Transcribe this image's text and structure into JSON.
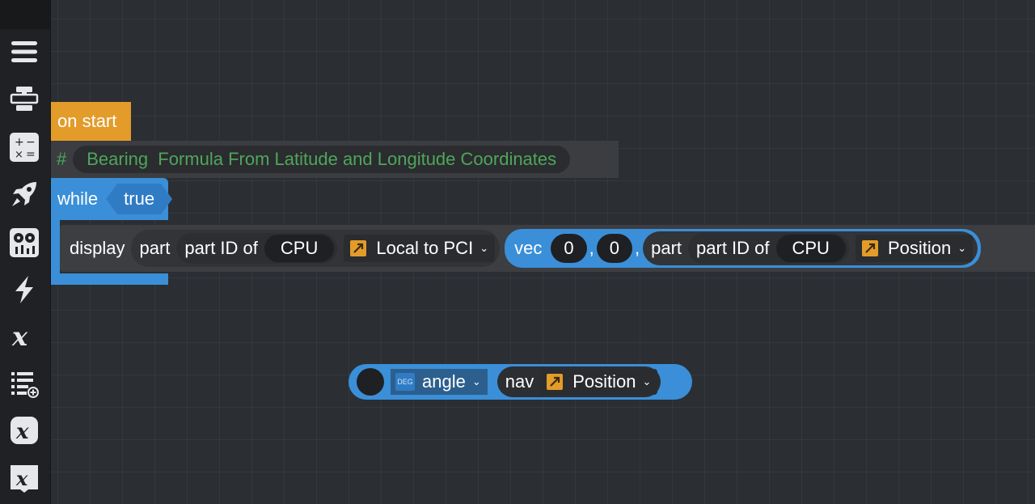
{
  "sidebar": {
    "icons": [
      "menu-icon",
      "flow-control-icon",
      "math-icon",
      "craft-rocket-icon",
      "controls-icon",
      "events-icon",
      "variables-icon",
      "lists-icon",
      "custom-expressions-icon",
      "custom-instructions-icon"
    ]
  },
  "program": {
    "on_start_label": "on start",
    "comment_hash": "#",
    "comment_text": "Bearing  Formula From Latitude and Longitude Coordinates",
    "while_label": "while",
    "while_condition": "true"
  },
  "display_block": {
    "label": "display",
    "part1": {
      "part_label": "part",
      "part_id_label": "part ID of",
      "part_name": "CPU",
      "dropdown": "Local to PCI"
    },
    "vec": {
      "label": "vec",
      "x": "0",
      "y": "0",
      "comma1": ",",
      "comma2": ",",
      "part": {
        "part_label": "part",
        "part_id_label": "part ID of",
        "part_name": "CPU",
        "dropdown": "Position"
      }
    }
  },
  "floating_block": {
    "unit_icon_text": "DEG",
    "angle_dropdown": "angle",
    "nav_label": "nav",
    "nav_dropdown": "Position"
  },
  "colors": {
    "event_orange": "#e39b2a",
    "control_blue": "#3a8fd8",
    "comment_green": "#4ea65b",
    "workspace_bg": "#2b2e33"
  }
}
